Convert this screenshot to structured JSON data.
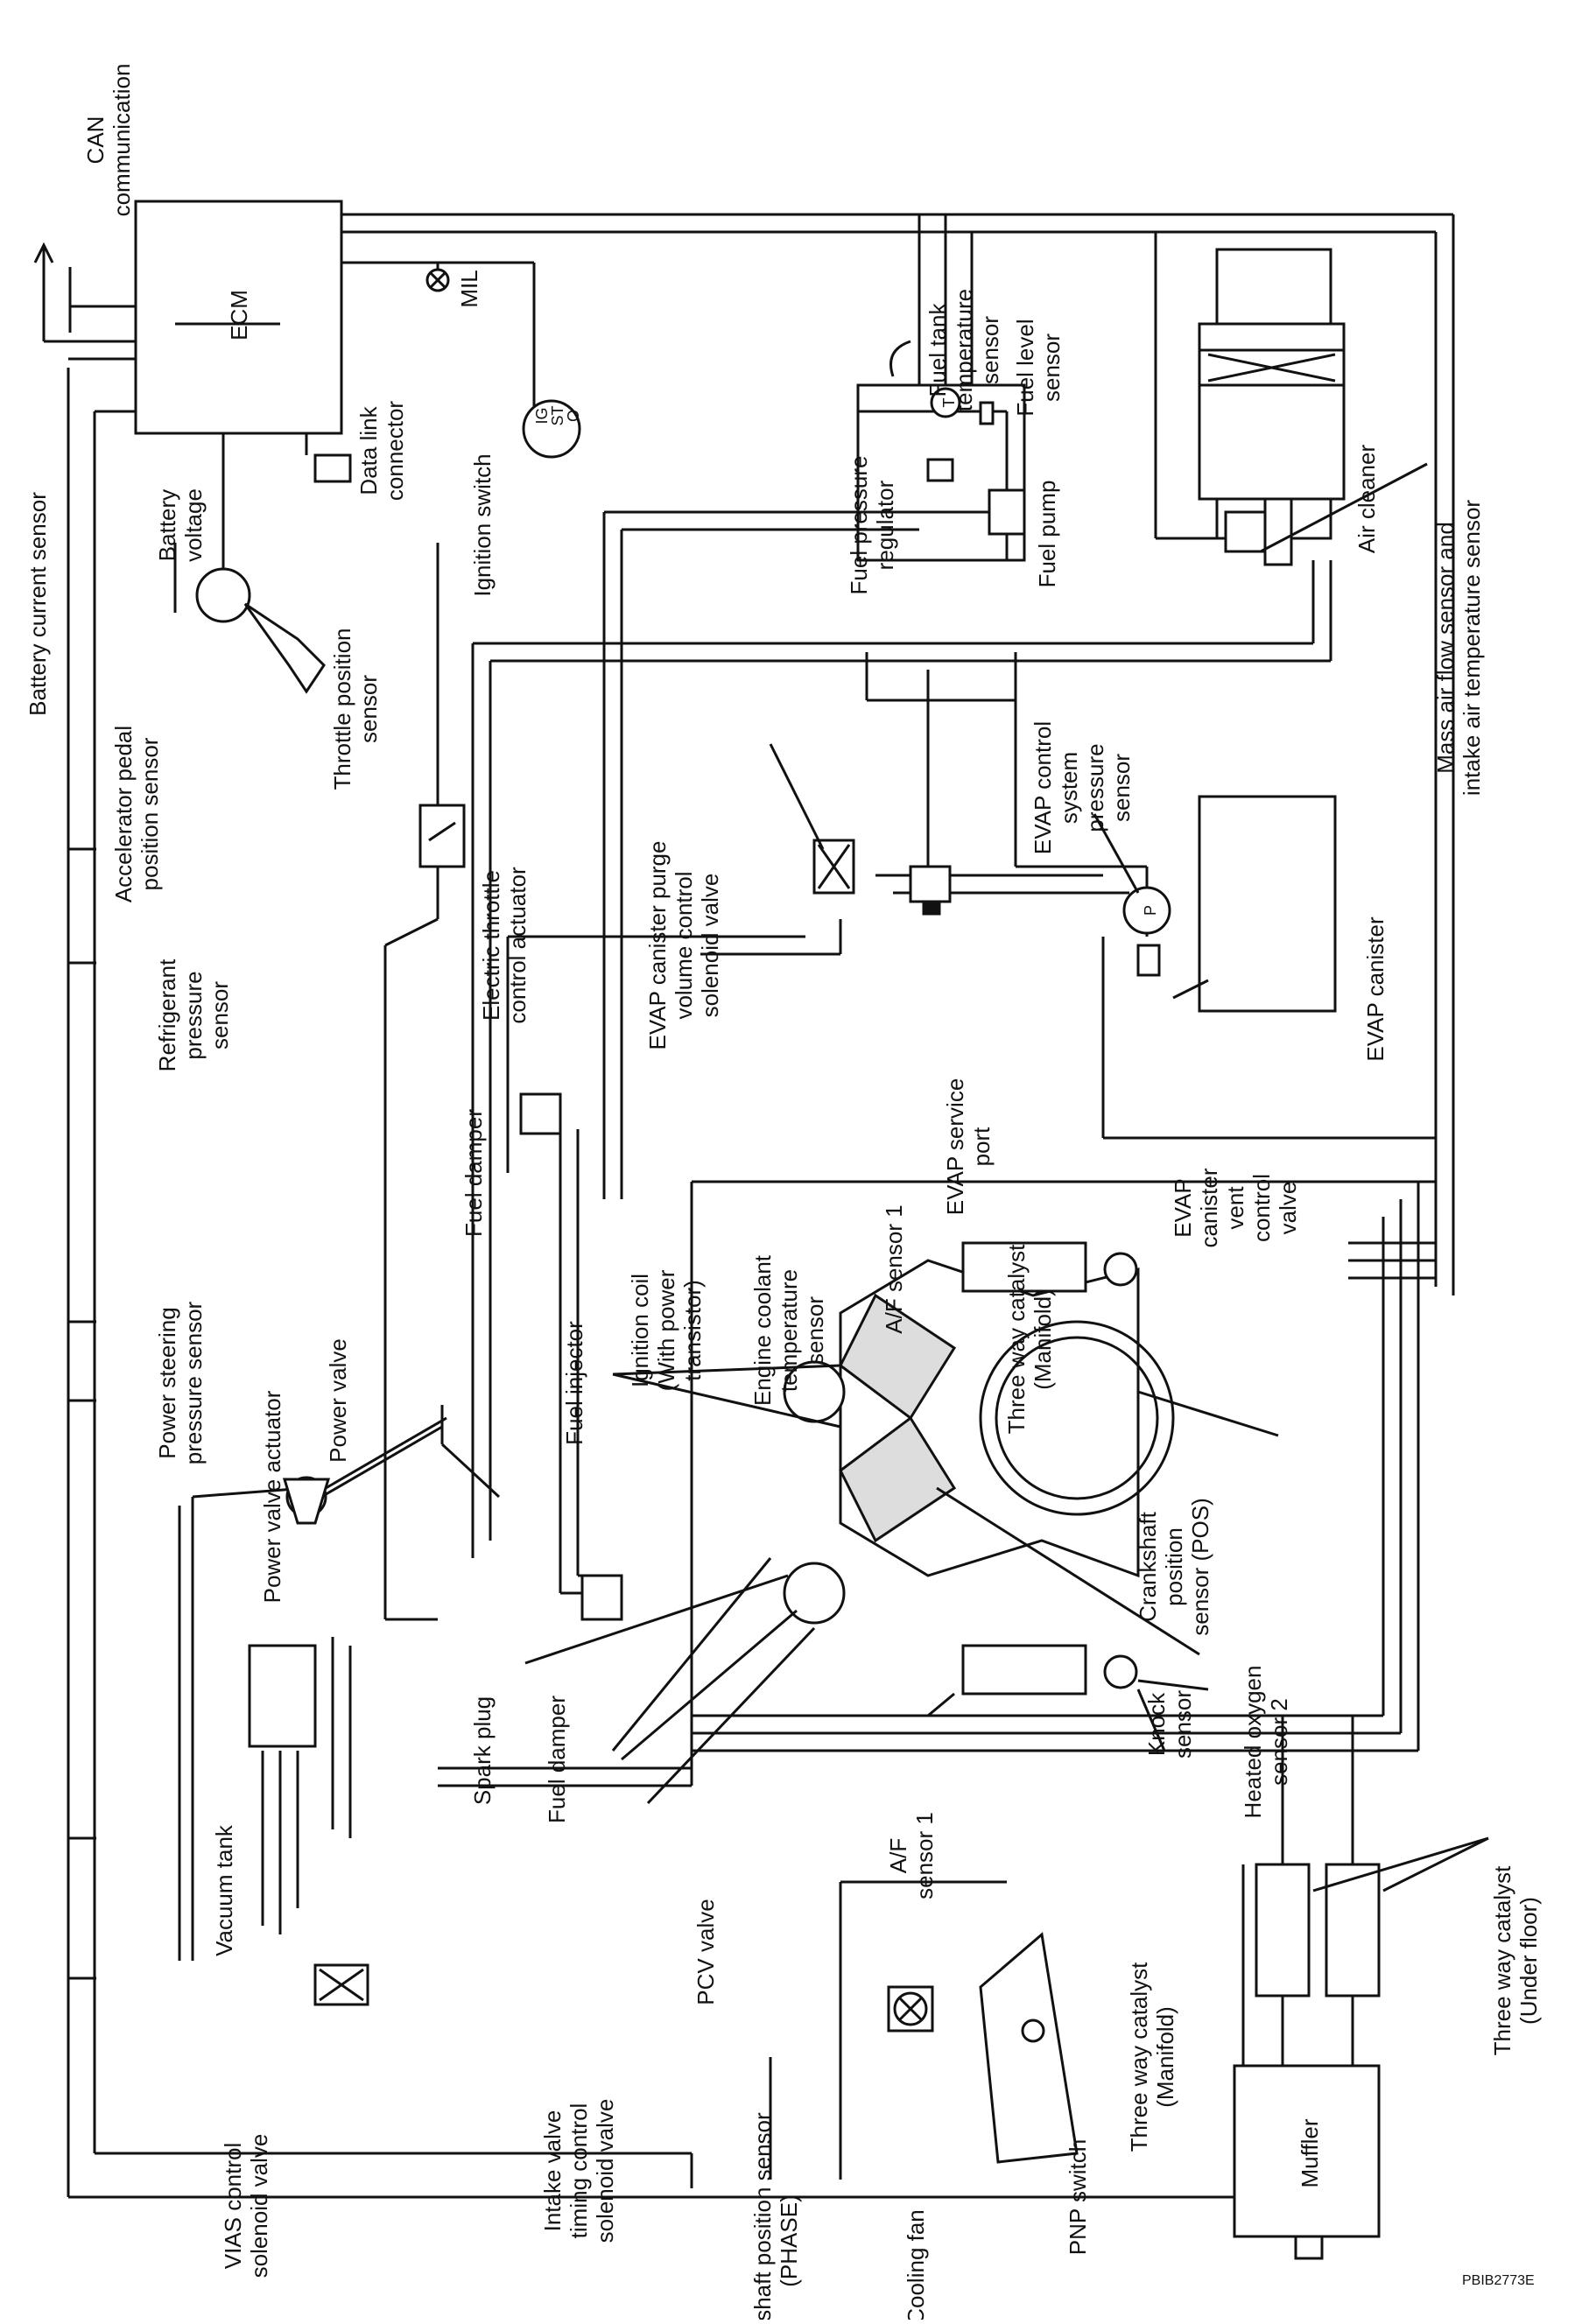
{
  "labels": {
    "can_communication": [
      "CAN",
      "communication"
    ],
    "ecm": "ECM",
    "mil": "MIL",
    "battery_current_sensor": "Battery current sensor",
    "battery_voltage": [
      "Battery",
      "voltage"
    ],
    "data_link_connector": [
      "Data link",
      "connector"
    ],
    "ignition_switch": "Ignition switch",
    "ignition_switch_marks": [
      "IG",
      "ST",
      "O"
    ],
    "fuel_pressure_regulator": [
      "Fuel pressure",
      "regulator"
    ],
    "fuel_tank_temperature_sensor": [
      "Fuel tank",
      "temperature",
      "sensor"
    ],
    "fuel_level_sensor": [
      "Fuel level",
      "sensor"
    ],
    "fuel_pump": "Fuel pump",
    "air_cleaner": "Air cleaner",
    "maf_sensor": [
      "Mass air flow sensor and",
      "intake air temperature sensor"
    ],
    "accelerator_pedal_position_sensor": [
      "Accelerator pedal",
      "position sensor"
    ],
    "throttle_position_sensor": [
      "Throttle position",
      "sensor"
    ],
    "electric_throttle_control_actuator": [
      "Electric throttle",
      "control actuator"
    ],
    "evap_purge_valve": [
      "EVAP canister purge",
      "volume control",
      "solenoid valve"
    ],
    "evap_control_system_pressure_sensor": [
      "EVAP control",
      "system",
      "pressure",
      "sensor"
    ],
    "evap_canister": "EVAP canister",
    "refrigerant_pressure_sensor": [
      "Refrigerant",
      "pressure",
      "sensor"
    ],
    "fuel_damper_top": "Fuel damper",
    "ignition_coil": [
      "Ignition coil",
      "(With power",
      "transistor)"
    ],
    "engine_coolant_temperature_sensor": [
      "Engine coolant",
      "temperature",
      "sensor"
    ],
    "af_sensor_1_right": "A/F sensor 1",
    "evap_service_port": [
      "EVAP service",
      "port"
    ],
    "evap_canister_vent_control_valve": [
      "EVAP",
      "canister",
      "vent",
      "control",
      "valve"
    ],
    "three_way_catalyst_manifold_right": [
      "Three way catalyst",
      "(Manifold)"
    ],
    "power_steering_pressure_sensor": [
      "Power steering",
      "pressure sensor"
    ],
    "power_valve_actuator": "Power valve actuator",
    "power_valve": "Power valve",
    "fuel_injector": "Fuel injector",
    "crankshaft_position_sensor": [
      "Crankshaft",
      "position",
      "sensor (POS)"
    ],
    "heated_oxygen_sensor_2": [
      "Heated oxygen",
      "sensor 2"
    ],
    "knock_sensor": [
      "Knock",
      "sensor"
    ],
    "fuel_damper_bottom": "Fuel damper",
    "spark_plug": "Spark plug",
    "vacuum_tank": "Vacuum tank",
    "vias_control_solenoid_valve": [
      "VIAS control",
      "solenoid valve"
    ],
    "intake_valve_timing_solenoid": [
      "Intake valve",
      "timing control",
      "solenoid valve"
    ],
    "pcv_valve": "PCV valve",
    "camshaft_position_sensor": [
      "Camshaft position sensor",
      "(PHASE)"
    ],
    "af_sensor_1_left": [
      "A/F",
      "sensor 1"
    ],
    "three_way_catalyst_manifold_left": [
      "Three way catalyst",
      "(Manifold)"
    ],
    "three_way_catalyst_under_floor": [
      "Three way catalyst",
      "(Under floor)"
    ],
    "cooling_fan": "Cooling fan",
    "pnp_switch": "PNP switch",
    "muffler": "Muffler",
    "evap_p_mark": "P",
    "fuel_tank_t_mark": "T"
  },
  "figure_code": "PBIB2773E"
}
